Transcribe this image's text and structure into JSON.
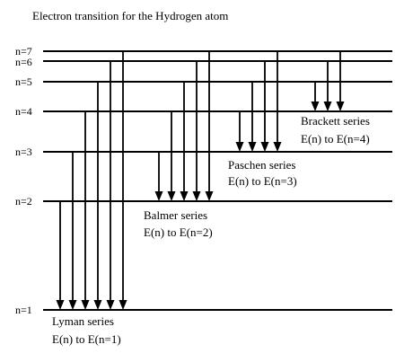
{
  "diagram": {
    "title": "Electron transition for the Hydrogen atom",
    "levels": [
      {
        "n": 7,
        "label": "n=7"
      },
      {
        "n": 6,
        "label": "n=6"
      },
      {
        "n": 5,
        "label": "n=5"
      },
      {
        "n": 4,
        "label": "n=4"
      },
      {
        "n": 3,
        "label": "n=3"
      },
      {
        "n": 2,
        "label": "n=2"
      },
      {
        "n": 1,
        "label": "n=1"
      }
    ],
    "series": [
      {
        "name": "Lyman series",
        "range": "E(n) to E(n=1)",
        "to": 1,
        "from": [
          2,
          3,
          4,
          5,
          6,
          7
        ]
      },
      {
        "name": "Balmer series",
        "range": "E(n) to E(n=2)",
        "to": 2,
        "from": [
          3,
          4,
          5,
          6,
          7
        ]
      },
      {
        "name": "Paschen series",
        "range": "E(n) to E(n=3)",
        "to": 3,
        "from": [
          4,
          5,
          6,
          7
        ]
      },
      {
        "name": "Brackett series",
        "range": "E(n) to E(n=4)",
        "to": 4,
        "from": [
          5,
          6,
          7
        ]
      }
    ]
  }
}
